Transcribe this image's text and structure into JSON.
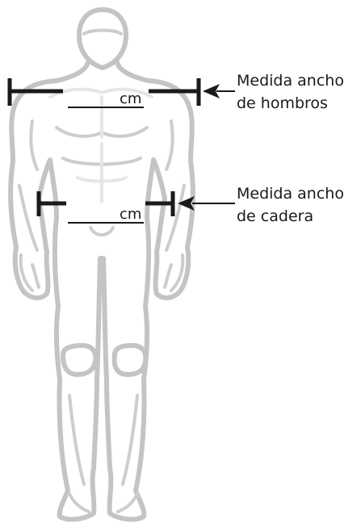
{
  "measurements": {
    "shoulder": {
      "unit": "cm",
      "label_line1": "Medida ancho",
      "label_line2": "de hombros"
    },
    "hip": {
      "unit": "cm",
      "label_line1": "Medida ancho",
      "label_line2": "de cadera"
    }
  },
  "colors": {
    "body_outline": "#c4c4c4",
    "ink": "#1a1a1a",
    "background": "#ffffff"
  }
}
